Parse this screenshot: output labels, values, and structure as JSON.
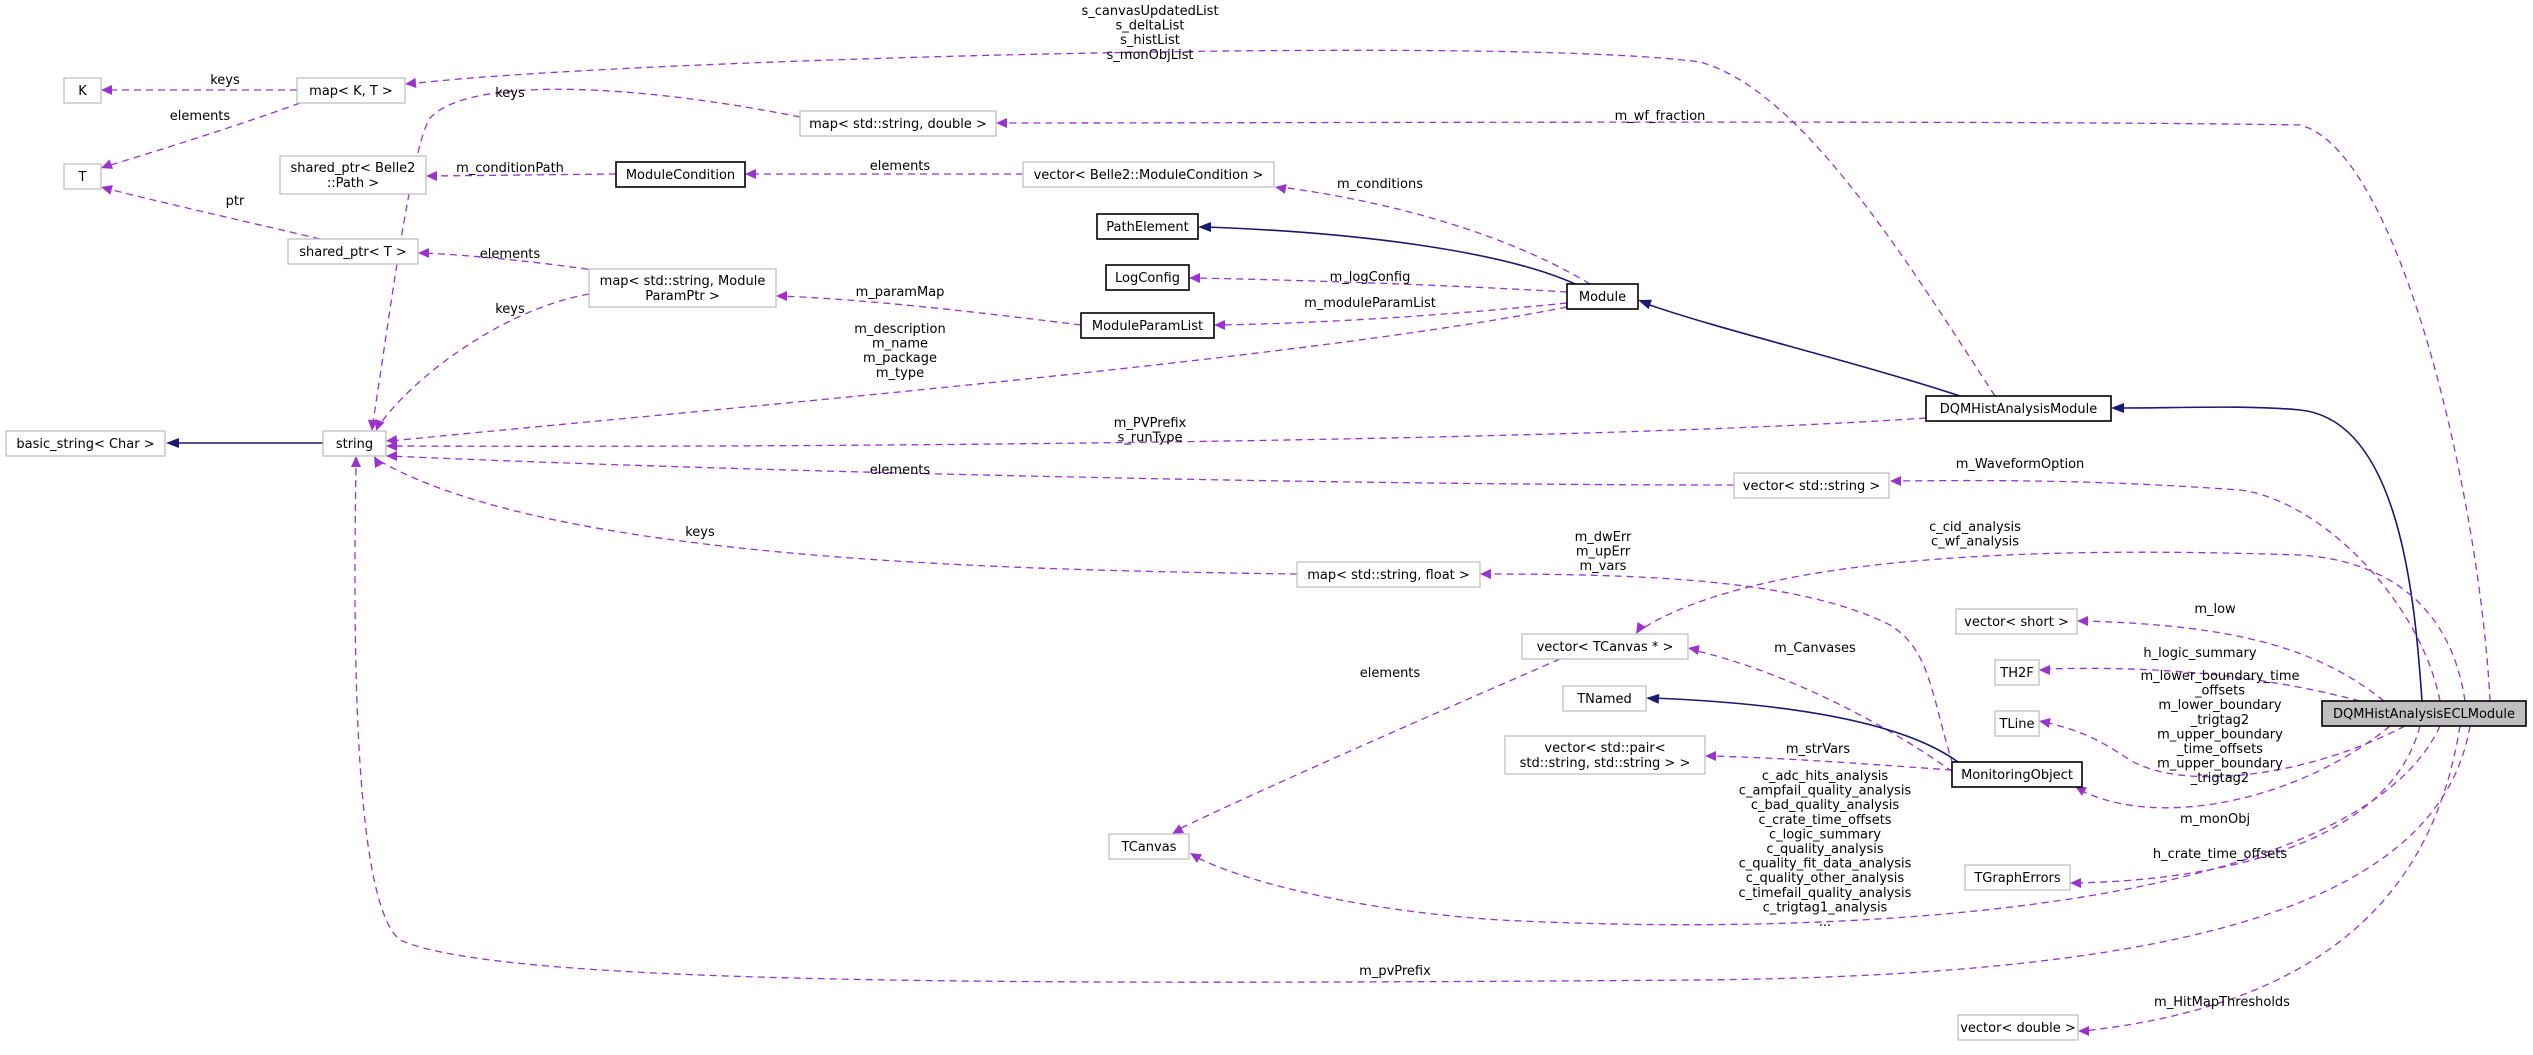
{
  "diagram": {
    "nodes": [
      {
        "id": "K",
        "lines": [
          "K"
        ],
        "style": "gray"
      },
      {
        "id": "mapKT",
        "lines": [
          "map< K, T >"
        ],
        "style": "gray"
      },
      {
        "id": "T",
        "lines": [
          "T"
        ],
        "style": "gray"
      },
      {
        "id": "sharedPath",
        "lines": [
          "shared_ptr< Belle2",
          "::Path >"
        ],
        "style": "gray"
      },
      {
        "id": "sharedT",
        "lines": [
          "shared_ptr< T >"
        ],
        "style": "gray"
      },
      {
        "id": "basicString",
        "lines": [
          "basic_string< Char >"
        ],
        "style": "gray"
      },
      {
        "id": "string",
        "lines": [
          "string"
        ],
        "style": "gray"
      },
      {
        "id": "mapStrDouble",
        "lines": [
          "map< std::string, double >"
        ],
        "style": "gray"
      },
      {
        "id": "ModuleCondition",
        "lines": [
          "ModuleCondition"
        ],
        "style": "black"
      },
      {
        "id": "vecModCond",
        "lines": [
          "vector< Belle2::ModuleCondition >"
        ],
        "style": "gray"
      },
      {
        "id": "PathElement",
        "lines": [
          "PathElement"
        ],
        "style": "black"
      },
      {
        "id": "LogConfig",
        "lines": [
          "LogConfig"
        ],
        "style": "black"
      },
      {
        "id": "mapParam",
        "lines": [
          "map< std::string, Module",
          "ParamPtr >"
        ],
        "style": "gray"
      },
      {
        "id": "ModuleParamList",
        "lines": [
          "ModuleParamList"
        ],
        "style": "black"
      },
      {
        "id": "Module",
        "lines": [
          "Module"
        ],
        "style": "black"
      },
      {
        "id": "DQMHistAnalysisModule",
        "lines": [
          "DQMHistAnalysisModule"
        ],
        "style": "black"
      },
      {
        "id": "vecStr",
        "lines": [
          "vector< std::string >"
        ],
        "style": "gray"
      },
      {
        "id": "mapStrFloat",
        "lines": [
          "map< std::string, float >"
        ],
        "style": "gray"
      },
      {
        "id": "vecTCanvas",
        "lines": [
          "vector< TCanvas * >"
        ],
        "style": "gray"
      },
      {
        "id": "TNamed",
        "lines": [
          "TNamed"
        ],
        "style": "gray"
      },
      {
        "id": "vecPair",
        "lines": [
          "vector< std::pair<",
          "std::string, std::string > >"
        ],
        "style": "gray"
      },
      {
        "id": "MonitoringObject",
        "lines": [
          "MonitoringObject"
        ],
        "style": "black"
      },
      {
        "id": "TCanvas",
        "lines": [
          "TCanvas"
        ],
        "style": "gray"
      },
      {
        "id": "vecShort",
        "lines": [
          "vector< short >"
        ],
        "style": "gray"
      },
      {
        "id": "TH2F",
        "lines": [
          "TH2F"
        ],
        "style": "gray"
      },
      {
        "id": "TLine",
        "lines": [
          "TLine"
        ],
        "style": "gray"
      },
      {
        "id": "TGraphErrors",
        "lines": [
          "TGraphErrors"
        ],
        "style": "gray"
      },
      {
        "id": "vecDouble",
        "lines": [
          "vector< double >"
        ],
        "style": "gray"
      },
      {
        "id": "ECL",
        "lines": [
          "DQMHistAnalysisECLModule"
        ],
        "style": "focus"
      }
    ],
    "edges": [
      {
        "id": "mapKT-K",
        "kind": "dep",
        "labels": [
          "keys"
        ]
      },
      {
        "id": "mapKT-T",
        "kind": "dep",
        "labels": [
          "elements"
        ]
      },
      {
        "id": "sharedT-T",
        "kind": "dep",
        "labels": [
          "ptr"
        ]
      },
      {
        "id": "mapStrDouble-string",
        "kind": "dep",
        "labels": [
          "keys"
        ]
      },
      {
        "id": "ModuleCondition-sharedPath",
        "kind": "dep",
        "labels": [
          "m_conditionPath"
        ]
      },
      {
        "id": "vecModCond-ModuleCondition",
        "kind": "dep",
        "labels": [
          "elements"
        ]
      },
      {
        "id": "mapParam-sharedT",
        "kind": "dep",
        "labels": [
          "elements"
        ]
      },
      {
        "id": "mapParam-string",
        "kind": "dep",
        "labels": [
          "keys"
        ]
      },
      {
        "id": "string-basicString",
        "kind": "inh",
        "labels": []
      },
      {
        "id": "ModuleParamList-mapParam",
        "kind": "dep",
        "labels": [
          "m_paramMap"
        ]
      },
      {
        "id": "Module-vecModCond",
        "kind": "dep",
        "labels": [
          "m_conditions"
        ]
      },
      {
        "id": "Module-PathElement",
        "kind": "inh",
        "labels": []
      },
      {
        "id": "Module-LogConfig",
        "kind": "dep",
        "labels": [
          "m_logConfig"
        ]
      },
      {
        "id": "Module-ModuleParamList",
        "kind": "dep",
        "labels": [
          "m_moduleParamList"
        ]
      },
      {
        "id": "Module-string",
        "kind": "dep",
        "labels": [
          "m_description",
          "m_name",
          "m_package",
          "m_type"
        ]
      },
      {
        "id": "DQMHist-Module",
        "kind": "inh",
        "labels": []
      },
      {
        "id": "DQMHist-mapKT",
        "kind": "dep",
        "labels": [
          "s_canvasUpdatedList",
          "s_deltaList",
          "s_histList",
          "s_monObjList"
        ]
      },
      {
        "id": "DQMHist-string",
        "kind": "dep",
        "labels": [
          "m_PVPrefix",
          "s_runType"
        ]
      },
      {
        "id": "vecStr-string",
        "kind": "dep",
        "labels": [
          "elements"
        ]
      },
      {
        "id": "mapStrFloat-string",
        "kind": "dep",
        "labels": [
          "keys"
        ]
      },
      {
        "id": "vecTCanvas-TCanvas",
        "kind": "dep",
        "labels": [
          "elements"
        ]
      },
      {
        "id": "Mon-mapStrFloat",
        "kind": "dep",
        "labels": [
          "m_dwErr",
          "m_upErr",
          "m_vars"
        ]
      },
      {
        "id": "Mon-vecTCanvas",
        "kind": "dep",
        "labels": [
          "m_Canvases"
        ]
      },
      {
        "id": "Mon-TNamed",
        "kind": "inh",
        "labels": []
      },
      {
        "id": "Mon-vecPair",
        "kind": "dep",
        "labels": [
          "m_strVars"
        ]
      },
      {
        "id": "ECL-DQMHist",
        "kind": "inh",
        "labels": []
      },
      {
        "id": "ECL-mapStrDouble",
        "kind": "dep",
        "labels": [
          "m_wf_fraction"
        ]
      },
      {
        "id": "ECL-vecStr",
        "kind": "dep",
        "labels": [
          "m_WaveformOption"
        ]
      },
      {
        "id": "ECL-vecTCanvas",
        "kind": "dep",
        "labels": [
          "c_cid_analysis",
          "c_wf_analysis"
        ]
      },
      {
        "id": "ECL-vecShort",
        "kind": "dep",
        "labels": [
          "m_low"
        ]
      },
      {
        "id": "ECL-TH2F",
        "kind": "dep",
        "labels": [
          "h_logic_summary"
        ]
      },
      {
        "id": "ECL-TLine",
        "kind": "dep",
        "labels": [
          "m_lower_boundary_time",
          "_offsets",
          "m_lower_boundary",
          "_trigtag2",
          "m_upper_boundary",
          "_time_offsets",
          "m_upper_boundary",
          "_trigtag2"
        ]
      },
      {
        "id": "ECL-Mon",
        "kind": "dep",
        "labels": [
          "m_monObj"
        ]
      },
      {
        "id": "ECL-TCanvas",
        "kind": "dep",
        "labels": [
          "c_adc_hits_analysis",
          "c_ampfail_quality_analysis",
          "c_bad_quality_analysis",
          "c_crate_time_offsets",
          "c_logic_summary",
          "c_quality_analysis",
          "c_quality_fit_data_analysis",
          "c_quality_other_analysis",
          "c_timefail_quality_analysis",
          "c_trigtag1_analysis",
          "..."
        ]
      },
      {
        "id": "ECL-TGraphErrors",
        "kind": "dep",
        "labels": [
          "h_crate_time_offsets"
        ]
      },
      {
        "id": "ECL-string",
        "kind": "dep",
        "labels": [
          "m_pvPrefix"
        ]
      },
      {
        "id": "ECL-vecDouble",
        "kind": "dep",
        "labels": [
          "m_HitMapThresholds"
        ]
      }
    ]
  }
}
